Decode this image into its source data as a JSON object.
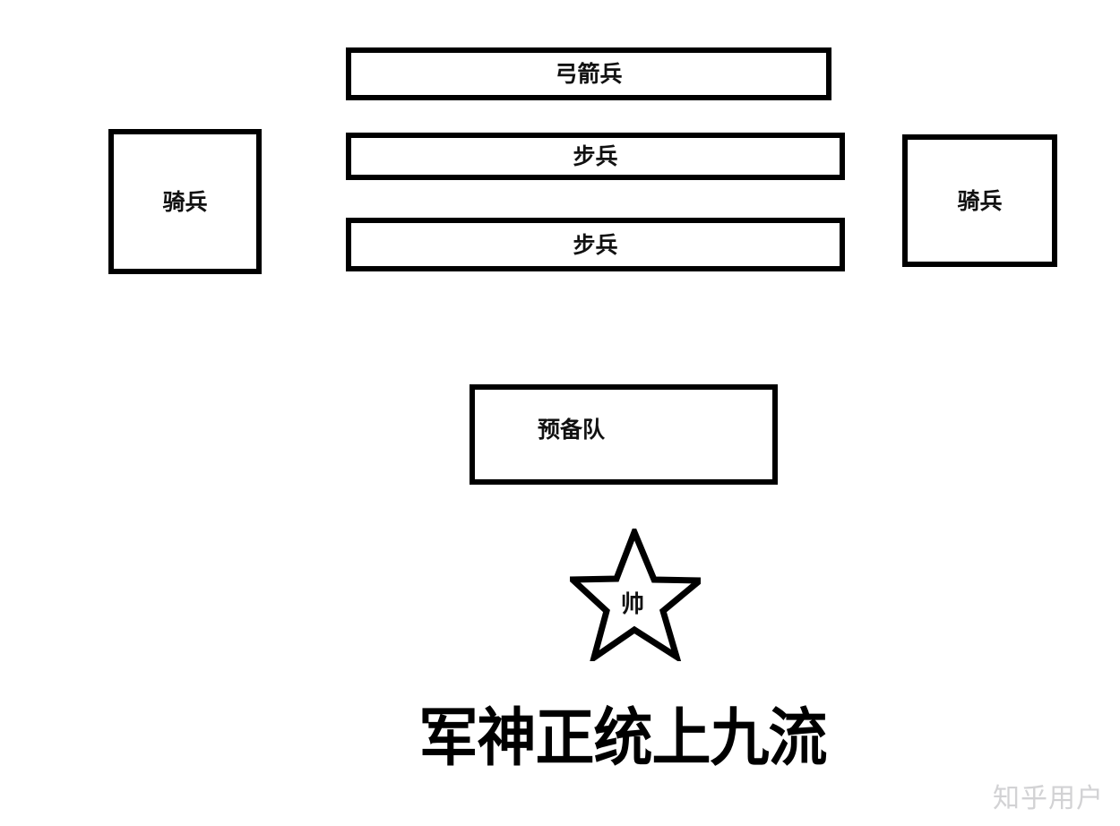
{
  "diagram": {
    "title": "军神正统上九流",
    "watermark": "知乎用户",
    "background_color": "#ffffff",
    "stroke_color": "#000000",
    "units": [
      {
        "id": "archers",
        "label": "弓箭兵",
        "role": "front-ranged"
      },
      {
        "id": "infantry-1",
        "label": "步兵",
        "role": "front-line-1"
      },
      {
        "id": "infantry-2",
        "label": "步兵",
        "role": "front-line-2"
      },
      {
        "id": "cavalry-left",
        "label": "骑兵",
        "role": "left-flank"
      },
      {
        "id": "cavalry-right",
        "label": "骑兵",
        "role": "right-flank"
      },
      {
        "id": "reserve",
        "label": "预备队",
        "role": "reserve"
      }
    ],
    "commander": {
      "label": "帅",
      "shape": "five-point-star",
      "icon": "star-icon"
    }
  }
}
